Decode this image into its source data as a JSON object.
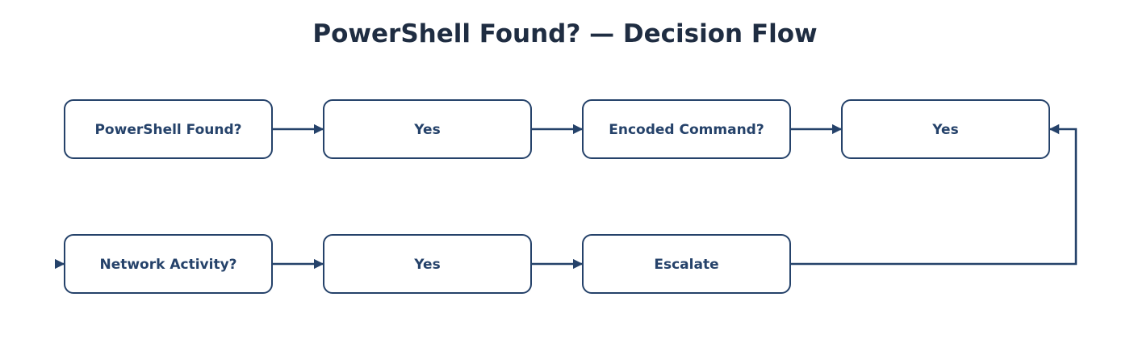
{
  "title": "PowerShell Found? — Decision Flow",
  "colors": {
    "stroke": "#25426a",
    "title_text": "#1f2d42",
    "background": "#ffffff"
  },
  "nodes": [
    {
      "id": "n1",
      "label": "PowerShell Found?"
    },
    {
      "id": "n2",
      "label": "Yes"
    },
    {
      "id": "n3",
      "label": "Encoded Command?"
    },
    {
      "id": "n4",
      "label": "Yes"
    },
    {
      "id": "n5",
      "label": "Network Activity?"
    },
    {
      "id": "n6",
      "label": "Yes"
    },
    {
      "id": "n7",
      "label": "Escalate"
    }
  ],
  "edges": [
    {
      "from": "n1",
      "to": "n2"
    },
    {
      "from": "n2",
      "to": "n3"
    },
    {
      "from": "n3",
      "to": "n4"
    },
    {
      "from": "n5",
      "to": "n6"
    },
    {
      "from": "n6",
      "to": "n7"
    },
    {
      "from": "n7",
      "to": "n4"
    }
  ]
}
